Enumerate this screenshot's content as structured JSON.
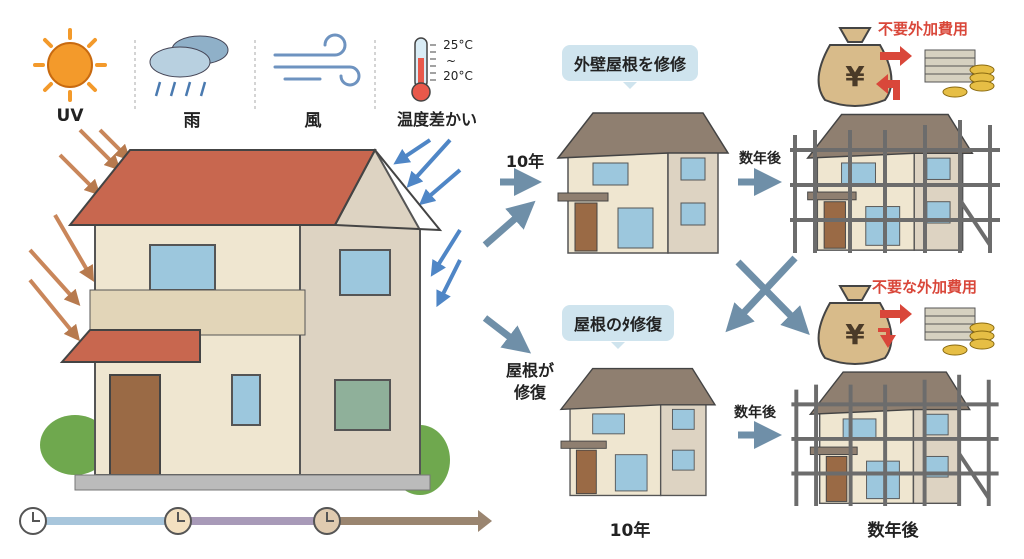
{
  "weather": [
    {
      "icon": "sun-icon",
      "label": "UV"
    },
    {
      "icon": "rain-cloud-icon",
      "label": "雨"
    },
    {
      "icon": "wind-icon",
      "label": "風"
    },
    {
      "icon": "thermometer-icon",
      "label": "温度差かい",
      "temp_high": "25°C",
      "tilde": "~",
      "temp_low": "20°C"
    }
  ],
  "flow": {
    "ten_years_label": "10年",
    "roof_repaired_label": "屋根が\n修復",
    "top_bubble": "外壁屋根を修修",
    "bottom_bubble": "屋根のﾀ修復",
    "after_years_top": "数年後",
    "after_years_bottom": "数年後",
    "bottom_caption_left": "10年",
    "bottom_caption_right": "数年後",
    "cost_top": "不要外加費用",
    "cost_bottom": "不要な外加費用"
  },
  "colors": {
    "roof": "#c8674f",
    "wall": "#efe6d0",
    "accent_red": "#d9473a",
    "arrow_blue": "#6f8fa8",
    "bubble": "#cfe4ee"
  }
}
